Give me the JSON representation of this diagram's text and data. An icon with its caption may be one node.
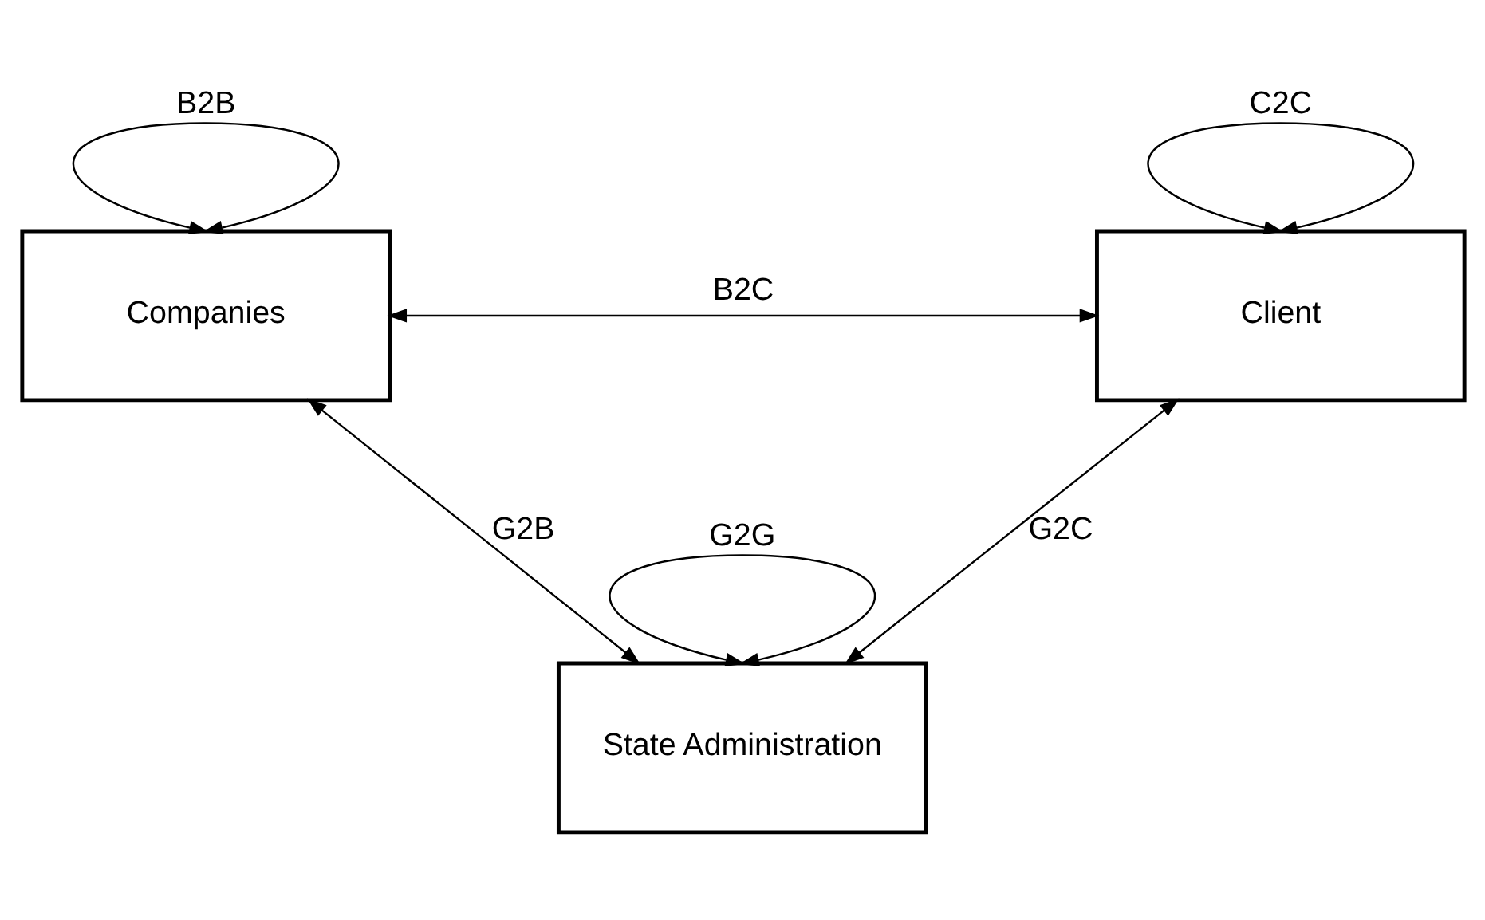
{
  "diagram": {
    "nodes": [
      {
        "text": [
          "Companies"
        ]
      },
      {
        "text": [
          "Client"
        ]
      },
      {
        "text": [
          "State Administration"
        ]
      }
    ],
    "edges": [
      {
        "from": 0,
        "to": 0,
        "arrow": "both",
        "label": "B2B"
      },
      {
        "from": 1,
        "to": 1,
        "arrow": "both",
        "label": "C2C"
      },
      {
        "from": 0,
        "to": 1,
        "arrow": "both",
        "label": "B2C"
      },
      {
        "from": 0,
        "to": 2,
        "arrow": "both",
        "label": "G2B"
      },
      {
        "from": 1,
        "to": 2,
        "arrow": "both",
        "label": "G2C"
      },
      {
        "from": 2,
        "to": 2,
        "arrow": "both",
        "label": "G2G"
      }
    ]
  }
}
